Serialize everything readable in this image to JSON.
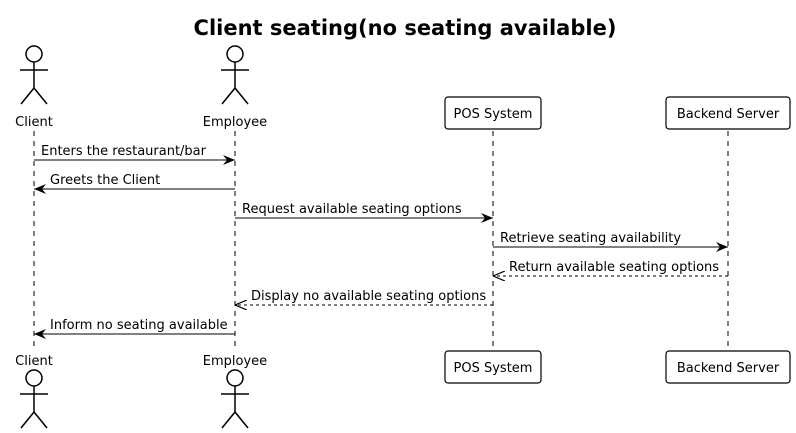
{
  "title": "Client seating(no seating available)",
  "participants": [
    {
      "id": "client",
      "name": "Client",
      "kind": "actor"
    },
    {
      "id": "employee",
      "name": "Employee",
      "kind": "actor"
    },
    {
      "id": "pos",
      "name": "POS System",
      "kind": "participant"
    },
    {
      "id": "backend",
      "name": "Backend Server",
      "kind": "participant"
    }
  ],
  "messages": [
    {
      "from": "client",
      "to": "employee",
      "text": "Enters the restaurant/bar",
      "style": "solid"
    },
    {
      "from": "employee",
      "to": "client",
      "text": "Greets the Client",
      "style": "solid"
    },
    {
      "from": "employee",
      "to": "pos",
      "text": "Request available seating options",
      "style": "solid"
    },
    {
      "from": "pos",
      "to": "backend",
      "text": "Retrieve seating availability",
      "style": "solid"
    },
    {
      "from": "backend",
      "to": "pos",
      "text": "Return available seating options",
      "style": "dashed"
    },
    {
      "from": "pos",
      "to": "employee",
      "text": "Display no available seating options",
      "style": "dashed"
    },
    {
      "from": "employee",
      "to": "client",
      "text": "Inform no seating available",
      "style": "solid"
    }
  ]
}
